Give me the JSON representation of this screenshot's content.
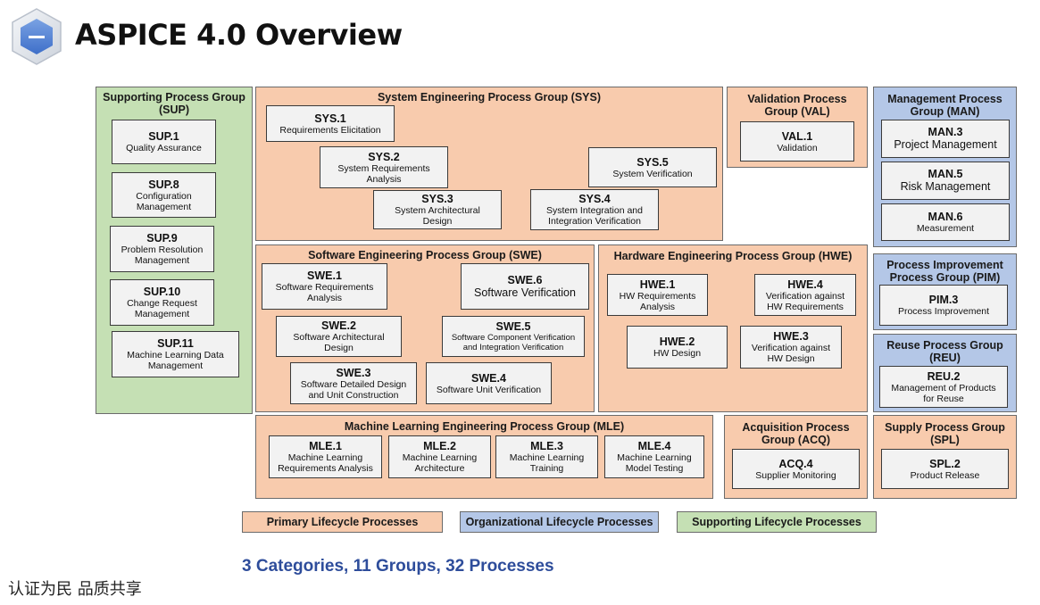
{
  "title": "ASPICE 4.0 Overview",
  "colors": {
    "primary": "#f8cbad",
    "organizational": "#b4c7e7",
    "supporting": "#c5e0b4",
    "process_box": "#f2f2f2",
    "summary_text": "#2e4d9b"
  },
  "groups": {
    "sup": {
      "title": "Supporting Process Group\n(SUP)",
      "processes": [
        {
          "id": "SUP.1",
          "name": "Quality Assurance"
        },
        {
          "id": "SUP.8",
          "name": "Configuration\nManagement"
        },
        {
          "id": "SUP.9",
          "name": "Problem Resolution\nManagement"
        },
        {
          "id": "SUP.10",
          "name": "Change Request\nManagement"
        },
        {
          "id": "SUP.11",
          "name": "Machine Learning Data\nManagement"
        }
      ]
    },
    "sys": {
      "title": "System Engineering Process Group (SYS)",
      "processes": [
        {
          "id": "SYS.1",
          "name": "Requirements Elicitation"
        },
        {
          "id": "SYS.2",
          "name": "System Requirements\nAnalysis"
        },
        {
          "id": "SYS.3",
          "name": "System Architectural\nDesign"
        },
        {
          "id": "SYS.4",
          "name": "System Integration and\nIntegration Verification"
        },
        {
          "id": "SYS.5",
          "name": "System Verification"
        }
      ]
    },
    "val": {
      "title": "Validation Process\nGroup (VAL)",
      "processes": [
        {
          "id": "VAL.1",
          "name": "Validation"
        }
      ]
    },
    "man": {
      "title": "Management Process\nGroup (MAN)",
      "processes": [
        {
          "id": "MAN.3",
          "name": "Project Management"
        },
        {
          "id": "MAN.5",
          "name": "Risk Management"
        },
        {
          "id": "MAN.6",
          "name": "Measurement"
        }
      ]
    },
    "swe": {
      "title": "Software Engineering Process Group (SWE)",
      "processes": [
        {
          "id": "SWE.1",
          "name": "Software Requirements\nAnalysis"
        },
        {
          "id": "SWE.2",
          "name": "Software Architectural\nDesign"
        },
        {
          "id": "SWE.3",
          "name": "Software Detailed Design\nand Unit Construction"
        },
        {
          "id": "SWE.4",
          "name": "Software Unit Verification"
        },
        {
          "id": "SWE.5",
          "name": "Software Component Verification\nand Integration Verification"
        },
        {
          "id": "SWE.6",
          "name": "Software Verification"
        }
      ]
    },
    "hwe": {
      "title": "Hardware Engineering Process Group (HWE)",
      "processes": [
        {
          "id": "HWE.1",
          "name": "HW Requirements\nAnalysis"
        },
        {
          "id": "HWE.2",
          "name": "HW Design"
        },
        {
          "id": "HWE.3",
          "name": "Verification against\nHW Design"
        },
        {
          "id": "HWE.4",
          "name": "Verification against\nHW Requirements"
        }
      ]
    },
    "pim": {
      "title": "Process Improvement\nProcess Group (PIM)",
      "processes": [
        {
          "id": "PIM.3",
          "name": "Process Improvement"
        }
      ]
    },
    "reu": {
      "title": "Reuse Process Group\n(REU)",
      "processes": [
        {
          "id": "REU.2",
          "name": "Management of Products\nfor Reuse"
        }
      ]
    },
    "mle": {
      "title": "Machine Learning Engineering Process Group (MLE)",
      "processes": [
        {
          "id": "MLE.1",
          "name": "Machine Learning\nRequirements Analysis"
        },
        {
          "id": "MLE.2",
          "name": "Machine Learning\nArchitecture"
        },
        {
          "id": "MLE.3",
          "name": "Machine Learning\nTraining"
        },
        {
          "id": "MLE.4",
          "name": "Machine Learning\nModel Testing"
        }
      ]
    },
    "acq": {
      "title": "Acquisition Process\nGroup (ACQ)",
      "processes": [
        {
          "id": "ACQ.4",
          "name": "Supplier Monitoring"
        }
      ]
    },
    "spl": {
      "title": "Supply Process Group\n(SPL)",
      "processes": [
        {
          "id": "SPL.2",
          "name": "Product Release"
        }
      ]
    }
  },
  "legend": {
    "primary": "Primary Lifecycle Processes",
    "organizational": "Organizational Lifecycle Processes",
    "supporting": "Supporting Lifecycle Processes"
  },
  "summary": "3 Categories, 11 Groups, 32 Processes",
  "footer": "认证为民 品质共享"
}
